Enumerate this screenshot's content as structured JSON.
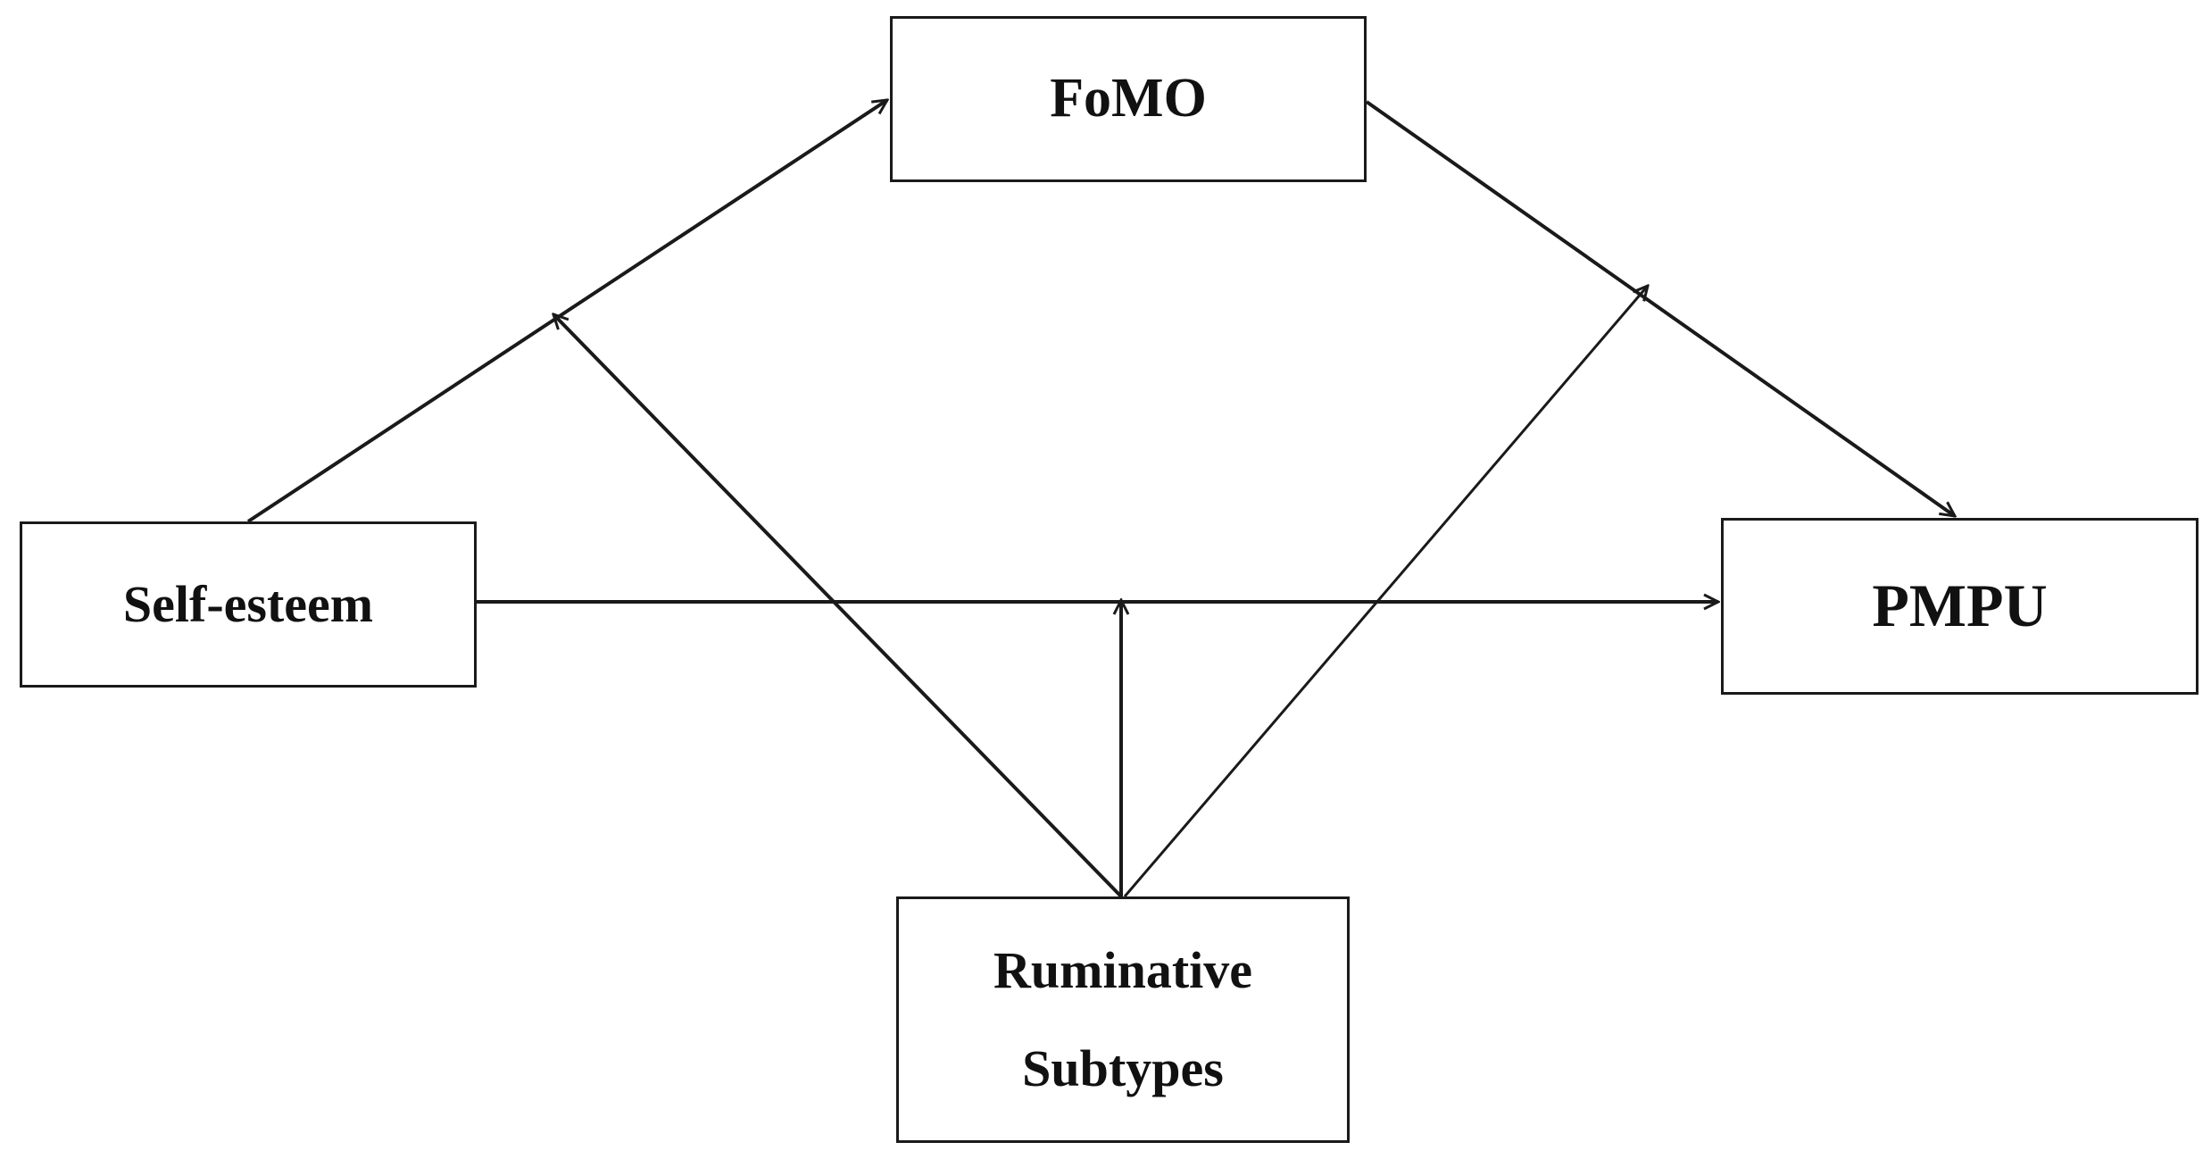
{
  "diagram": {
    "nodes": {
      "fomo": {
        "label": "FoMO"
      },
      "self_esteem": {
        "label": "Self-esteem"
      },
      "pmpu": {
        "label": "PMPU"
      },
      "ruminative": {
        "line1": "Ruminative",
        "line2": "Subtypes"
      }
    },
    "edges": [
      {
        "from": "Self-esteem",
        "to": "FoMO"
      },
      {
        "from": "FoMO",
        "to": "PMPU"
      },
      {
        "from": "Self-esteem",
        "to": "PMPU"
      },
      {
        "from": "Ruminative Subtypes",
        "to": "Self-esteem → FoMO path"
      },
      {
        "from": "Ruminative Subtypes",
        "to": "Self-esteem → PMPU path"
      },
      {
        "from": "Ruminative Subtypes",
        "to": "FoMO → PMPU path"
      }
    ],
    "colors": {
      "line": "#1a1a1a",
      "text": "#111111",
      "background": "#ffffff"
    }
  }
}
